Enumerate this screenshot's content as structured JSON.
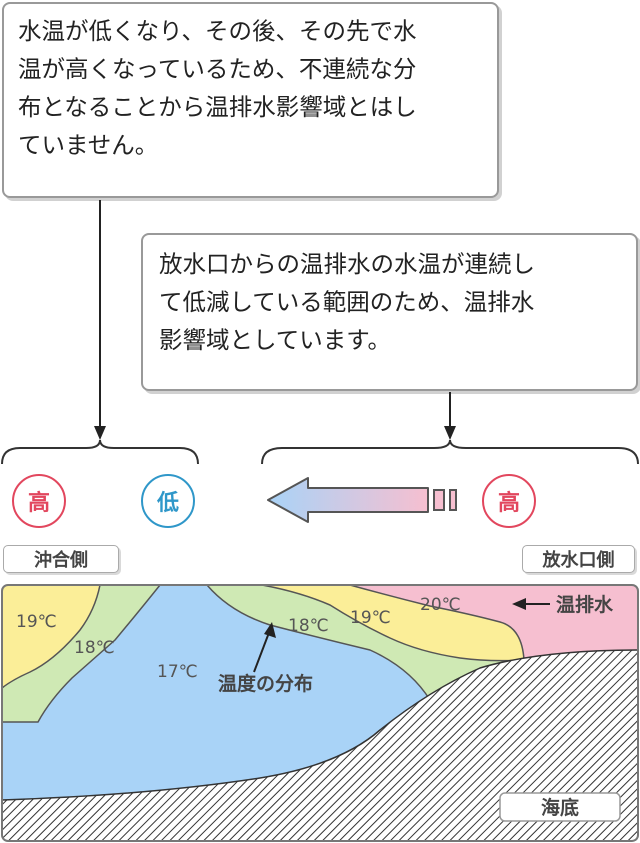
{
  "callouts": {
    "left": {
      "lines": [
        "水温が低くなり、その後、その先で水",
        "温が高くなっているため、不連続な分",
        "布となることから温排水影響域とはし",
        "ていません。"
      ]
    },
    "right": {
      "lines": [
        "放水口からの温排水の水温が連続し",
        "て低減している範囲のため、温排水",
        "影響域としています。"
      ]
    }
  },
  "indicators": {
    "left_high": "高",
    "left_low": "低",
    "right_high": "高"
  },
  "tags": {
    "offshore": "沖合側",
    "outlet": "放水口側"
  },
  "diagram": {
    "temps": {
      "t19_left": "19℃",
      "t18_left": "18℃",
      "t17": "17℃",
      "t18_right": "18℃",
      "t19_right": "19℃",
      "t20": "20℃"
    },
    "distribution_label": "温度の分布",
    "warm_water_label": "温排水",
    "seabed_label": "海底"
  },
  "colors": {
    "cold_blue": "#a9d3f7",
    "green": "#cfe9b4",
    "yellow": "#fbee98",
    "pink": "#f6bfd0",
    "accent_red": "#e2475e",
    "accent_blue": "#2f97c9"
  }
}
